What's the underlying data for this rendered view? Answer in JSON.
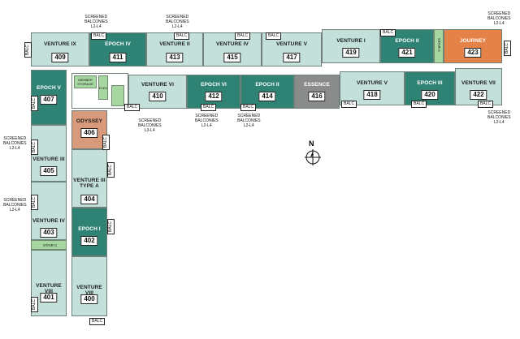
{
  "labels": {
    "balc": "BALC",
    "stair_a": "STAIR A",
    "stair_c": "STAIR C",
    "member_storage": "MEMBER STORAGE",
    "north": "N",
    "elev": "ELEV"
  },
  "notes": {
    "top_409": "SCREENED\nBALCONIES\nL2-L4",
    "top_413": "SCREENED\nBALCONIES\nL2-L4",
    "top_right": "SCREENED\nBALCONIES\nL2-L4",
    "right_422": "SCREENED\nBALCONIES\nL2-L4",
    "below_410": "SCREENED\nBALCONIES\nL3-L4",
    "below_412": "SCREENED\nBALCONIES\nL2-L4",
    "below_414": "SCREENED\nBALCONIES\nL2-L4",
    "left_405": "SCREENED\nBALCONIES\nL2-L4",
    "left_403": "SCREENED\nBALCONIES\nL2-L4"
  },
  "units": [
    {
      "id": "409",
      "name": "VENTURE IX",
      "number": "409",
      "style": "light"
    },
    {
      "id": "411",
      "name": "EPOCH IV",
      "number": "411",
      "style": "dark"
    },
    {
      "id": "413",
      "name": "VENTURE II",
      "number": "413",
      "style": "light"
    },
    {
      "id": "415",
      "name": "VENTURE IV",
      "number": "415",
      "style": "light"
    },
    {
      "id": "417",
      "name": "VENTURE V",
      "number": "417",
      "style": "light"
    },
    {
      "id": "419",
      "name": "VENTURE I",
      "number": "419",
      "style": "light"
    },
    {
      "id": "421",
      "name": "EPOCH II",
      "number": "421",
      "style": "dark"
    },
    {
      "id": "423",
      "name": "JOURNEY",
      "number": "423",
      "style": "orange"
    },
    {
      "id": "407",
      "name": "EPOCH V",
      "number": "407",
      "style": "dark"
    },
    {
      "id": "410",
      "name": "VENTURE VI",
      "number": "410",
      "style": "light"
    },
    {
      "id": "412",
      "name": "EPOCH VI",
      "number": "412",
      "style": "dark"
    },
    {
      "id": "414",
      "name": "EPOCH II",
      "number": "414",
      "style": "dark"
    },
    {
      "id": "416",
      "name": "ESSENCE",
      "number": "416",
      "style": "gray"
    },
    {
      "id": "418",
      "name": "VENTURE V",
      "number": "418",
      "style": "light"
    },
    {
      "id": "420",
      "name": "EPOCH III",
      "number": "420",
      "style": "dark"
    },
    {
      "id": "422",
      "name": "VENTURE VII",
      "number": "422",
      "style": "light"
    },
    {
      "id": "406",
      "name": "ODYSSEY",
      "number": "406",
      "style": "salmon"
    },
    {
      "id": "405",
      "name": "VENTURE III",
      "number": "405",
      "style": "light"
    },
    {
      "id": "404",
      "name": "VENTURE III\nTYPE A",
      "number": "404",
      "style": "light"
    },
    {
      "id": "403",
      "name": "VENTURE IV",
      "number": "403",
      "style": "light"
    },
    {
      "id": "402",
      "name": "EPOCH I",
      "number": "402",
      "style": "dark"
    },
    {
      "id": "401",
      "name": "VENTURE VIII",
      "number": "401",
      "style": "light"
    },
    {
      "id": "400",
      "name": "VENTURE VIII",
      "number": "400",
      "style": "light"
    }
  ],
  "colors": {
    "light_unit": "#c3e1da",
    "dark_unit": "#2f8375",
    "journey": "#e58248",
    "odyssey": "#d99a7c",
    "essence": "#8a8c8c",
    "stair": "#a7d7a1"
  },
  "icons": [
    "compass-north-icon"
  ]
}
